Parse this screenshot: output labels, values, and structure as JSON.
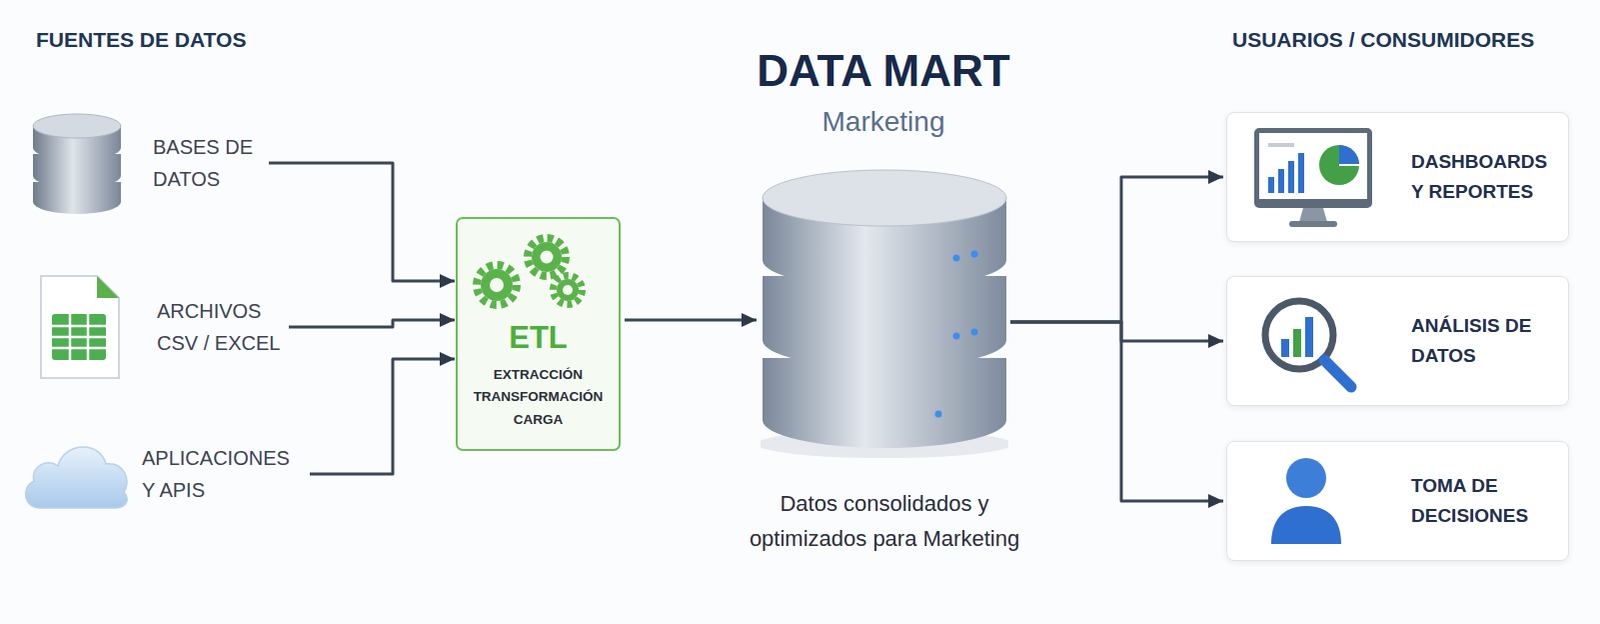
{
  "diagram": {
    "title": "DATA MART",
    "nodes": [
      {
        "text": [
          "BASES DE DATOS"
        ]
      },
      {
        "text": [
          "ARCHIVOS CSV / EXCEL"
        ]
      },
      {
        "text": [
          "APLICACIONES Y APIS"
        ]
      },
      {
        "text": [
          "ETL",
          "EXTRACCIÓN TRANSFORMACIÓN CARGA"
        ]
      },
      {
        "text": [
          "Datos consolidados y optimizados para Marketing"
        ]
      },
      {
        "text": [
          "DASHBOARDS Y REPORTES"
        ]
      },
      {
        "text": [
          "ANÁLISIS DE DATOS"
        ]
      },
      {
        "text": [
          "TOMA DE DECISIONES"
        ]
      }
    ],
    "edges": [
      {
        "from": 0,
        "to": 3,
        "arrow": "to"
      },
      {
        "from": 1,
        "to": 3,
        "arrow": "to"
      },
      {
        "from": 2,
        "to": 3,
        "arrow": "to"
      },
      {
        "from": 3,
        "to": 4,
        "arrow": "to"
      },
      {
        "from": 4,
        "to": 5,
        "arrow": "to"
      },
      {
        "from": 4,
        "to": 6,
        "arrow": "to"
      },
      {
        "from": 4,
        "to": 7,
        "arrow": "to"
      }
    ],
    "labels": [
      "FUENTES DE DATOS",
      "USUARIOS / CONSUMIDORES",
      "Marketing"
    ]
  }
}
